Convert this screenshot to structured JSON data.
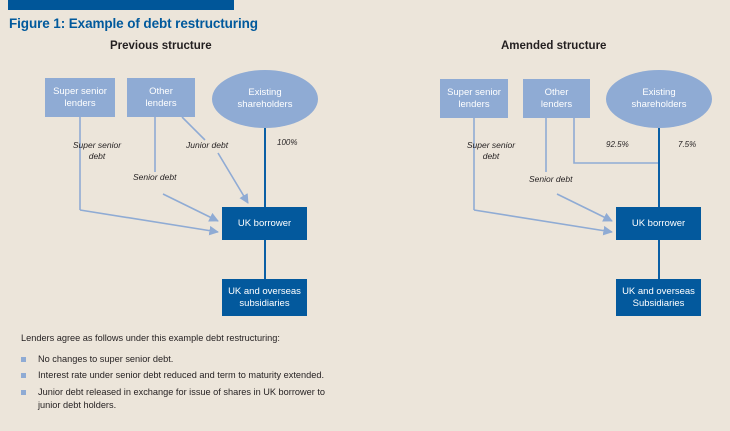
{
  "figure": {
    "title": "Figure 1: Example of debt restructuring",
    "accent_bar_color": "#005699",
    "background_color": "#ece5da",
    "title_color": "#00599c",
    "light_blue": "#8fabd4",
    "dark_blue": "#03599d"
  },
  "panels": {
    "left": {
      "title": "Previous structure",
      "nodes": {
        "super_senior_lenders": "Super senior\nlenders",
        "other_lenders": "Other\nlenders",
        "existing_shareholders": "Existing\nshareholders",
        "uk_borrower": "UK borrower",
        "subsidiaries": "UK and overseas\nsubsidiaries"
      },
      "edges": {
        "super_senior_debt": "Super senior\ndebt",
        "senior_debt": "Senior debt",
        "junior_debt": "Junior debt",
        "equity_pct": "100%"
      }
    },
    "right": {
      "title": "Amended structure",
      "nodes": {
        "super_senior_lenders": "Super senior\nlenders",
        "other_lenders": "Other\nlenders",
        "existing_shareholders": "Existing\nshareholders",
        "uk_borrower": "UK borrower",
        "subsidiaries": "UK and overseas\nSubsidiaries"
      },
      "edges": {
        "super_senior_debt": "Super senior\ndebt",
        "senior_debt": "Senior debt",
        "junior_equity_pct": "92.5%",
        "existing_equity_pct": "7.5%"
      }
    }
  },
  "notes": {
    "intro": "Lenders agree as follows under this example debt restructuring:",
    "items": [
      "No changes to super senior debt.",
      "Interest rate under senior debt reduced and term to maturity extended.",
      "Junior debt released in exchange for issue of shares in UK borrower to junior debt holders."
    ]
  }
}
